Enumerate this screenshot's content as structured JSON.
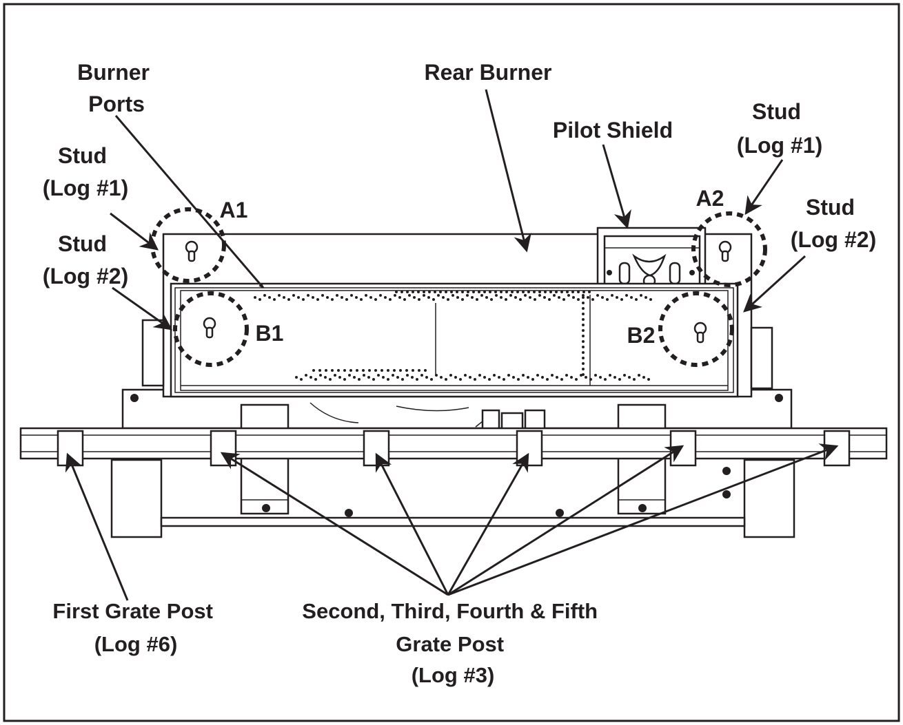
{
  "labels": {
    "burner_ports": [
      "Burner",
      "Ports"
    ],
    "rear_burner": "Rear Burner",
    "pilot_shield": "Pilot Shield",
    "stud_log1_left": [
      "Stud",
      "(Log #1)"
    ],
    "stud_log2_left": [
      "Stud",
      "(Log #2)"
    ],
    "stud_log1_right": [
      "Stud",
      "(Log #1)"
    ],
    "stud_log2_right": [
      "Stud",
      "(Log #2)"
    ],
    "a1": "A1",
    "a2": "A2",
    "b1": "B1",
    "b2": "B2",
    "first_grate_post": [
      "First Grate Post",
      "(Log #6)"
    ],
    "second_fifth_grate_post": [
      "Second, Third, Fourth & Fifth",
      "Grate Post",
      "(Log #3)"
    ]
  },
  "colors": {
    "ink": "#231f20",
    "background": "#ffffff"
  }
}
